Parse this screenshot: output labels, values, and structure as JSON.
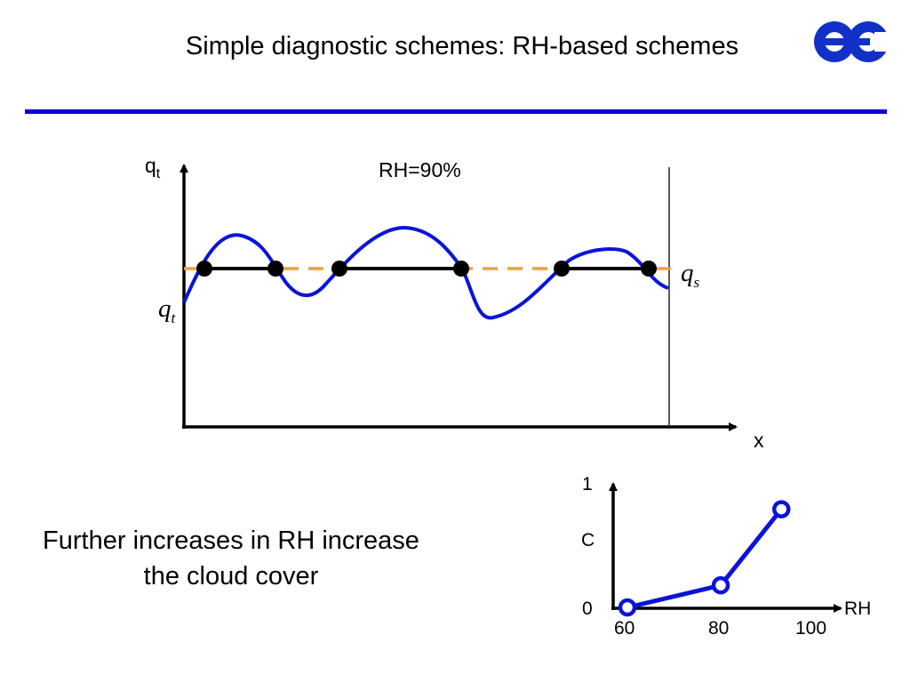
{
  "slide": {
    "title": "Simple diagnostic schemes: RH-based schemes",
    "caption": "Further increases in RH increase the cloud cover"
  },
  "colors": {
    "rule": "#0000e0",
    "curve": "#0a14d8",
    "threshold": "#f0a040",
    "segment": "#000000"
  },
  "top_diagram": {
    "y_axis_label": "q",
    "y_axis_label_sub": "t",
    "x_axis_label": "x",
    "rh_label": "RH=90%",
    "threshold_label": "q",
    "threshold_label_sub": "s",
    "curve_label": "q",
    "curve_label_sub": "t"
  },
  "bottom_chart": {
    "y_axis_label": "C",
    "x_axis_label": "RH",
    "y_top_tick": "1",
    "y_bottom_tick": "0",
    "x_ticks": [
      "60",
      "80",
      "100"
    ],
    "points": [
      {
        "rh": 60,
        "c": 0
      },
      {
        "rh": 80,
        "c": 0.18
      },
      {
        "rh": 93,
        "c": 0.8
      }
    ]
  }
}
